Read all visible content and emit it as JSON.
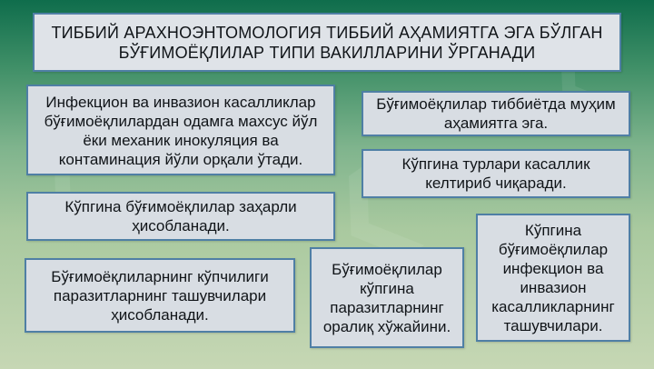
{
  "title": "ТИББИЙ АРАХНОЭНТОМОЛОГИЯ ТИББИЙ АҲАМИЯТГА ЭГА БЎЛГАН БЎҒИМОЁҚЛИЛАР ТИПИ ВАКИЛЛАРИНИ ЎРГАНАДИ",
  "boxes": [
    "Инфекцион ва инвазион касалликлар бўғимоёқлилардан одамга махсус йўл ёки механик инокуляция ва контаминация йўли орқали ўтади.",
    "Бўғимоёқлилар тиббиётда муҳим аҳамиятга эга.",
    "Кўпгина турлари касаллик келтириб чиқаради.",
    "Кўпгина бўғимоёқлилар заҳарли ҳисобланади.",
    "Бўғимоёқлиларнинг кўпчилиги паразитларнинг  ташувчилари ҳисобланади.",
    "Бўғимоёқлилар кўпгина паразитларнинг оралиқ хўжайини.",
    "Кўпгина бўғимоёқлилар инфекцион ва инвазион касалликларнинг ташувчилари."
  ],
  "colors": {
    "box_fill": "#d8dde3",
    "box_border": "#4f7fa5",
    "bg_top": "#0f6d4c",
    "bg_bottom": "#c6d7b4"
  }
}
